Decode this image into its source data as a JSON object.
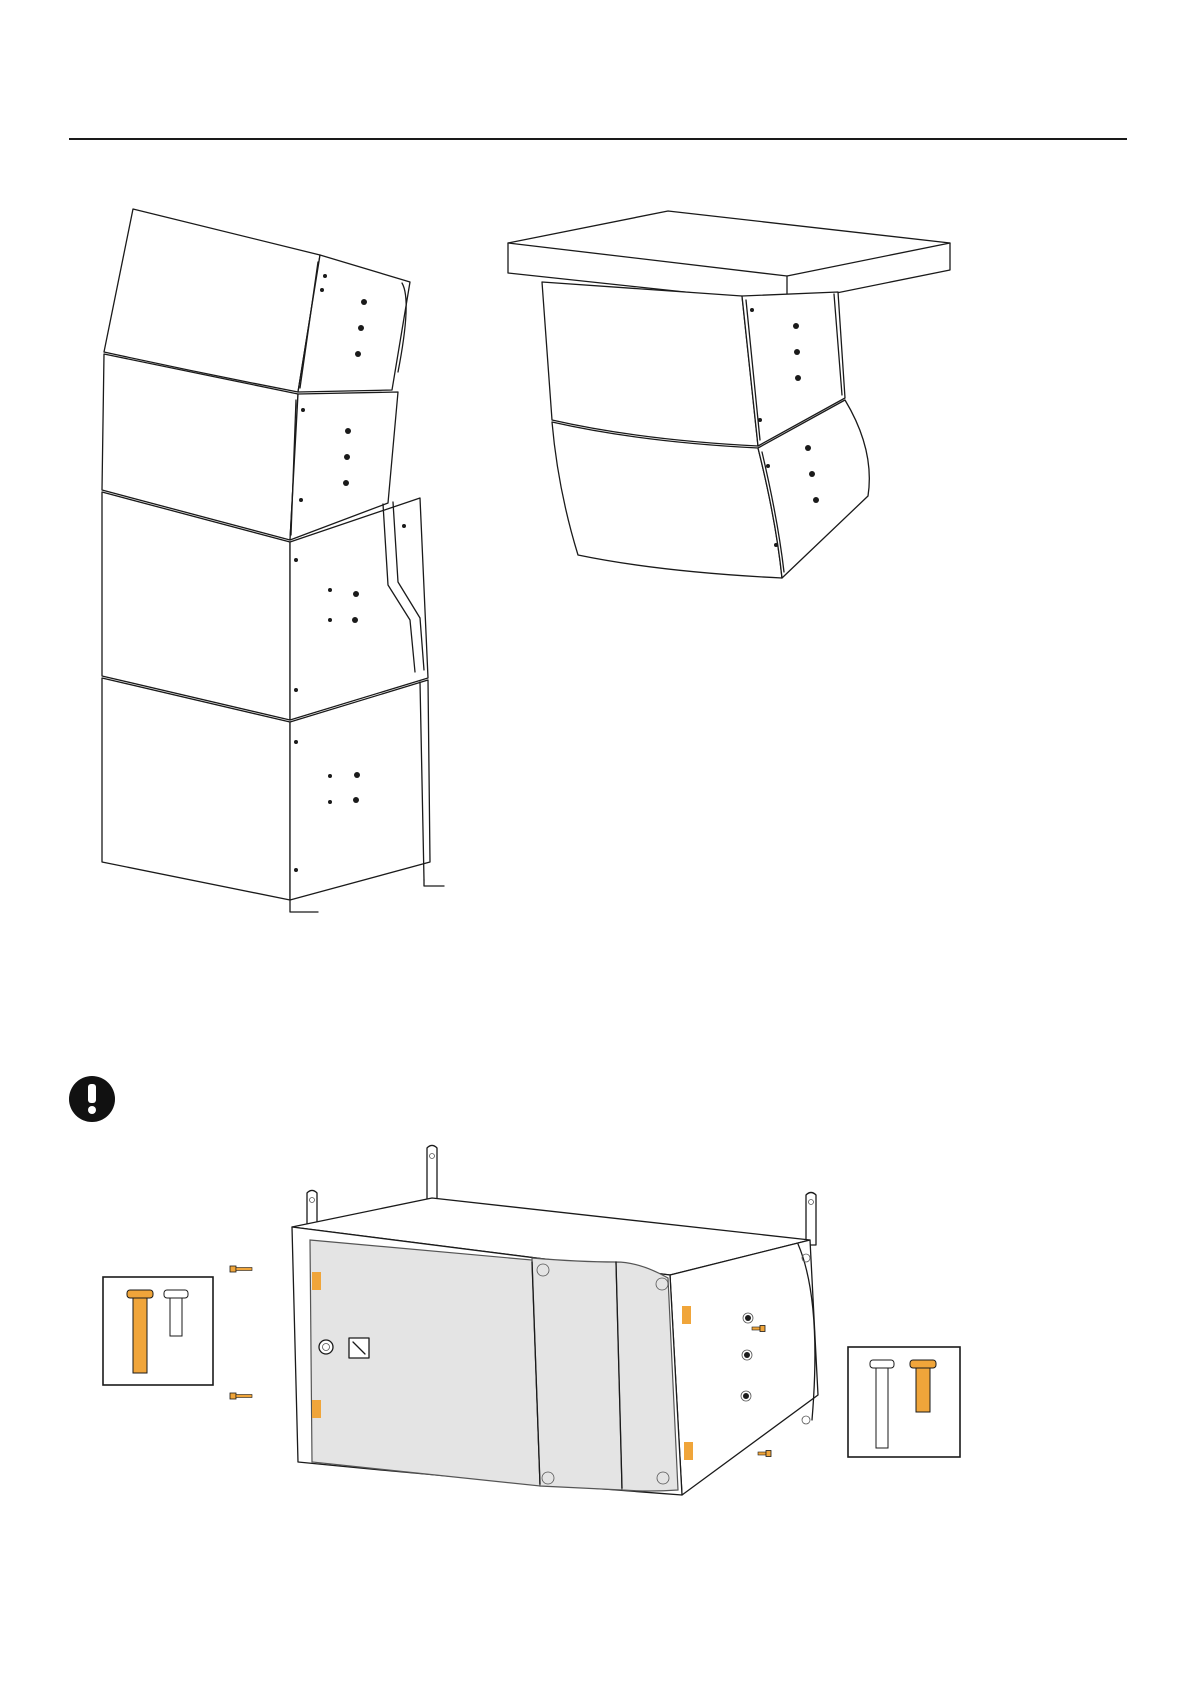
{
  "figure": {
    "ground_stack": {
      "cabinets": 4
    },
    "flown_array": {
      "cabinets": 2
    },
    "notice_icon": "exclamation-icon",
    "detail": {
      "left_inset": {
        "highlighted": "long-screw",
        "other": "short-screw"
      },
      "right_inset": {
        "highlighted": "short-screw",
        "other": "long-screw"
      }
    },
    "colors": {
      "highlight": "#f0a53a",
      "panel": "#e4e4e4",
      "line": "#1a1a1a"
    }
  }
}
